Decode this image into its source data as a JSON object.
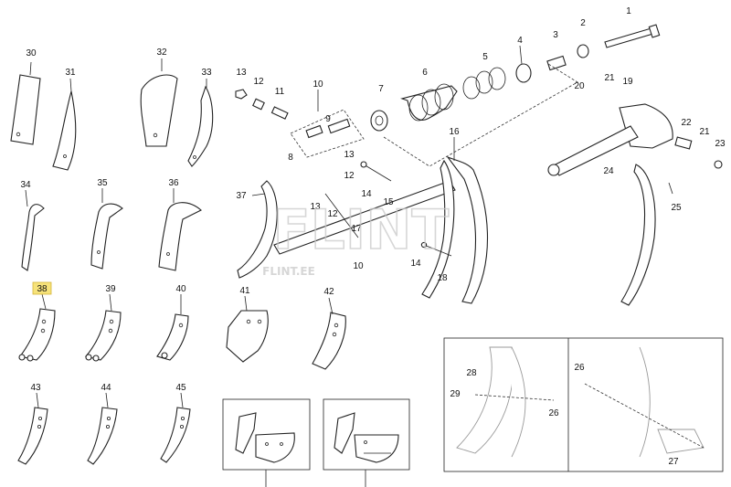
{
  "labels": {
    "l1": "1",
    "l2": "2",
    "l3": "3",
    "l4": "4",
    "l5": "5",
    "l6": "6",
    "l7": "7",
    "l8": "8",
    "l9": "9",
    "l10": "10",
    "l10b": "10",
    "l11": "11",
    "l12": "12",
    "l12b": "12",
    "l12c": "12",
    "l13": "13",
    "l13b": "13",
    "l14": "14",
    "l14b": "14",
    "l15": "15",
    "l16": "16",
    "l17": "17",
    "l18": "18",
    "l19": "19",
    "l20": "20",
    "l21": "21",
    "l21b": "21",
    "l22": "22",
    "l23": "23",
    "l24": "24",
    "l25": "25",
    "l26": "26",
    "l26b": "26",
    "l27": "27",
    "l28": "28",
    "l29": "29",
    "l30": "30",
    "l31": "31",
    "l32": "32",
    "l33": "33",
    "l34": "34",
    "l35": "35",
    "l36": "36",
    "l37": "37",
    "l38": "38",
    "l39": "39",
    "l40": "40",
    "l41": "41",
    "l42": "42",
    "l43": "43",
    "l44": "44",
    "l45": "45"
  },
  "highlighted_label": "38",
  "watermark": {
    "main": "FLINT",
    "sub": "FLINT.EE"
  }
}
